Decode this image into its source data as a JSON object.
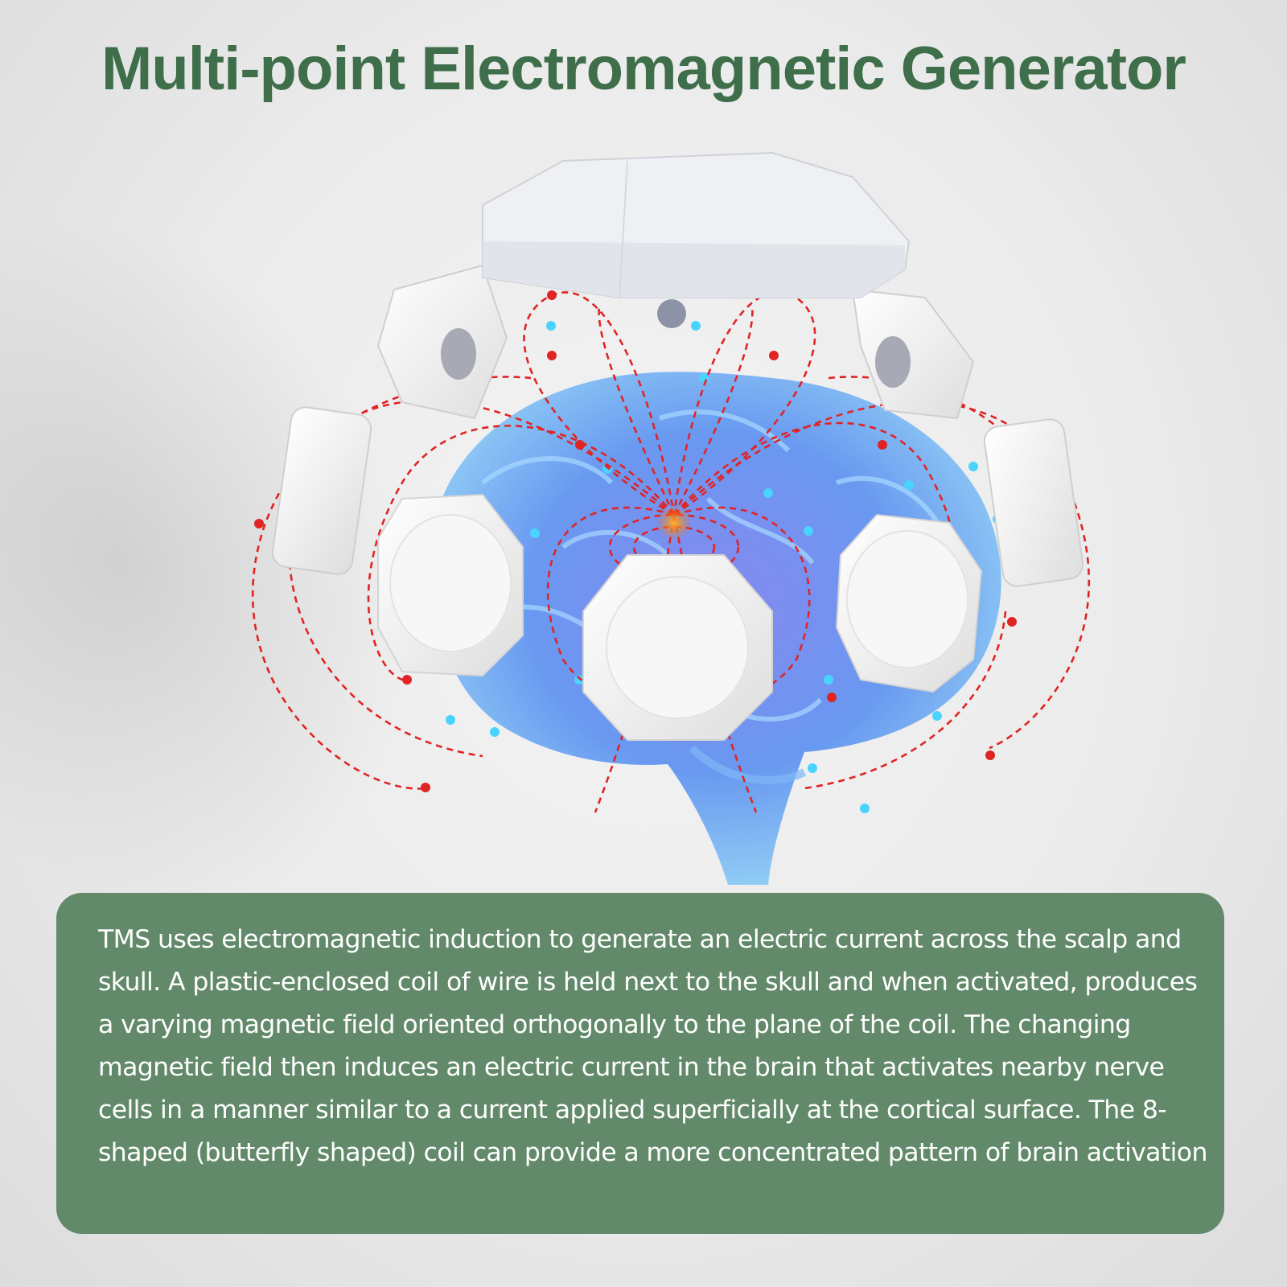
{
  "title": "Multi-point Electromagnetic Generator",
  "description": "TMS uses electromagnetic induction to generate an electric current across the scalp and skull. A plastic-enclosed coil of wire is held next to the skull and when activated, produces a varying magnetic field oriented orthogonally to the plane of the coil. The changing magnetic field then induces an electric current in the brain that activates nearby nerve cells in a manner similar to a current applied superficially at the cortical surface. The 8-shaped (butterfly shaped) coil can provide a more concentrated pattern of brain activation",
  "colors": {
    "title": "#3e6e4a",
    "panel": "#628a6a",
    "field_lines": "#e02424",
    "brain": "#4a8fe6"
  },
  "illustration": {
    "device": "multi-point electromagnetic generator headset",
    "icons": [
      "brain-icon",
      "magnetic-field-lines",
      "coil-pad-icon",
      "control-unit-icon"
    ]
  }
}
